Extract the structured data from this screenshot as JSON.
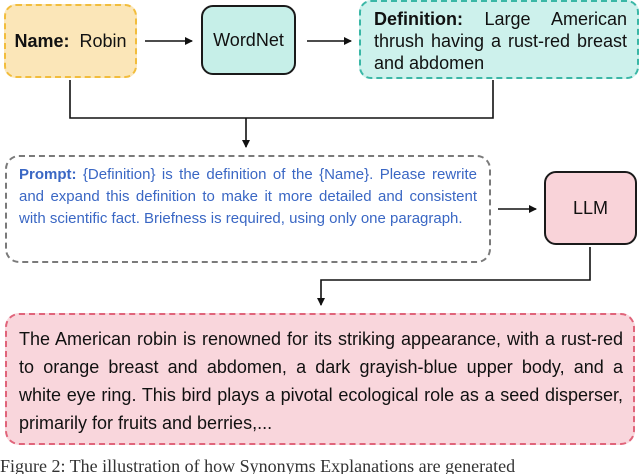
{
  "name_box": {
    "label": "Name:",
    "value": "Robin"
  },
  "wordnet_box": {
    "label": "WordNet"
  },
  "definition_box": {
    "label": "Definition:",
    "value": "Large American thrush having a rust-red breast and abdomen"
  },
  "prompt_box": {
    "label": "Prompt:",
    "value": "{Definition} is the definition of the {Name}. Please rewrite and expand this definition to make it more detailed and consistent with scientific fact. Briefness is required, using only one paragraph."
  },
  "llm_box": {
    "label": "LLM"
  },
  "output_box": {
    "text": "The American robin is renowned for its striking appearance, with a rust-red to orange breast and abdomen, a dark grayish-blue upper body, and a white eye ring. This bird plays a pivotal ecological role as a seed disperser, primarily for fruits and berries,..."
  },
  "caption": {
    "text": "Figure 2: The illustration of how Synonyms Explanations are generated"
  },
  "colors": {
    "name_fill": "#fbe6b8",
    "name_border": "#f2bd3c",
    "wordnet_fill": "#c6efe8",
    "definition_fill": "#cdf1ec",
    "definition_border": "#3ab7a6",
    "prompt_text": "#3a67c4",
    "prompt_border": "#7a7a7a",
    "llm_fill": "#f9d3d9",
    "output_fill": "#f9d6dc",
    "output_border": "#e0647a"
  }
}
